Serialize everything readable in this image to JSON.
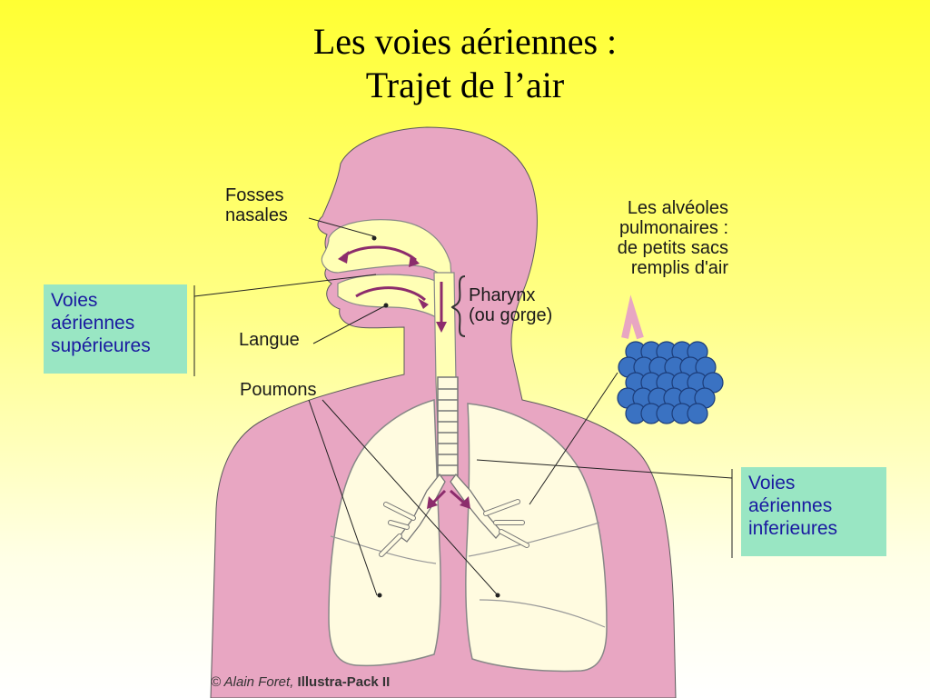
{
  "title": {
    "line1": "Les voies aériennes :",
    "line2": "Trajet de l’air"
  },
  "labels": {
    "fosses_nasales": [
      "Fosses",
      "nasales"
    ],
    "langue": "Langue",
    "poumons": "Poumons",
    "pharynx": [
      "Pharynx",
      "(ou gorge)"
    ],
    "alveoles": [
      "Les alvéoles",
      "pulmonaires :",
      "de petits sacs",
      "remplis d'air"
    ]
  },
  "boxes": {
    "superieures": [
      "Voies",
      "aériennes",
      "supérieures"
    ],
    "inferieures": [
      "Voies",
      "aériennes",
      "inferieures"
    ]
  },
  "credit": {
    "author": "© Alain Foret,",
    "pack": "Illustra-Pack II"
  },
  "colors": {
    "body": "#e8a6c2",
    "airway": "#ffffb5",
    "lung": "#fffbe0",
    "alveoli": "#3a72c2",
    "box": "#99e6c3",
    "box_text": "#1a1aa0",
    "arrow": "#8c2c6c"
  }
}
